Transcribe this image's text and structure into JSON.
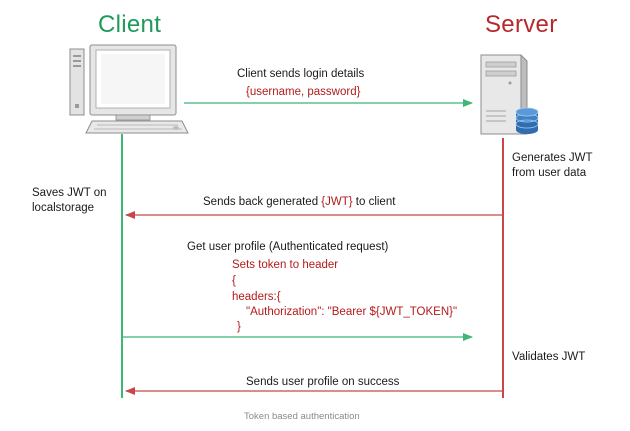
{
  "titles": {
    "client": "Client",
    "server": "Server"
  },
  "colors": {
    "client": "#1f9a5a",
    "server": "#b5292d",
    "arrow_green": "#3fb576",
    "arrow_red": "#c9464a",
    "code": "#b31b1b",
    "text": "#1a1a1a",
    "caption": "#8a8a8a"
  },
  "icons": {
    "client": "desktop-computer-icon",
    "server": "server-database-icon"
  },
  "messages": {
    "login": {
      "label": "Client sends login details",
      "payload": "{username, password}"
    },
    "server_generate": {
      "line1": "Generates JWT",
      "line2": "from user data"
    },
    "client_save": {
      "line1": "Saves JWT on",
      "line2": "localstorage"
    },
    "send_back": {
      "before": "Sends back generated ",
      "jwt": "{JWT}",
      "after": " to client"
    },
    "get_profile": {
      "label": "Get user profile (Authenticated request)",
      "code": [
        "Sets token to header",
        "{",
        "headers:{",
        "\"Authorization\": \"Bearer ${JWT_TOKEN}\"",
        "}"
      ]
    },
    "validate": "Validates JWT",
    "send_profile": "Sends user profile on success"
  },
  "caption": "Token based authentication"
}
